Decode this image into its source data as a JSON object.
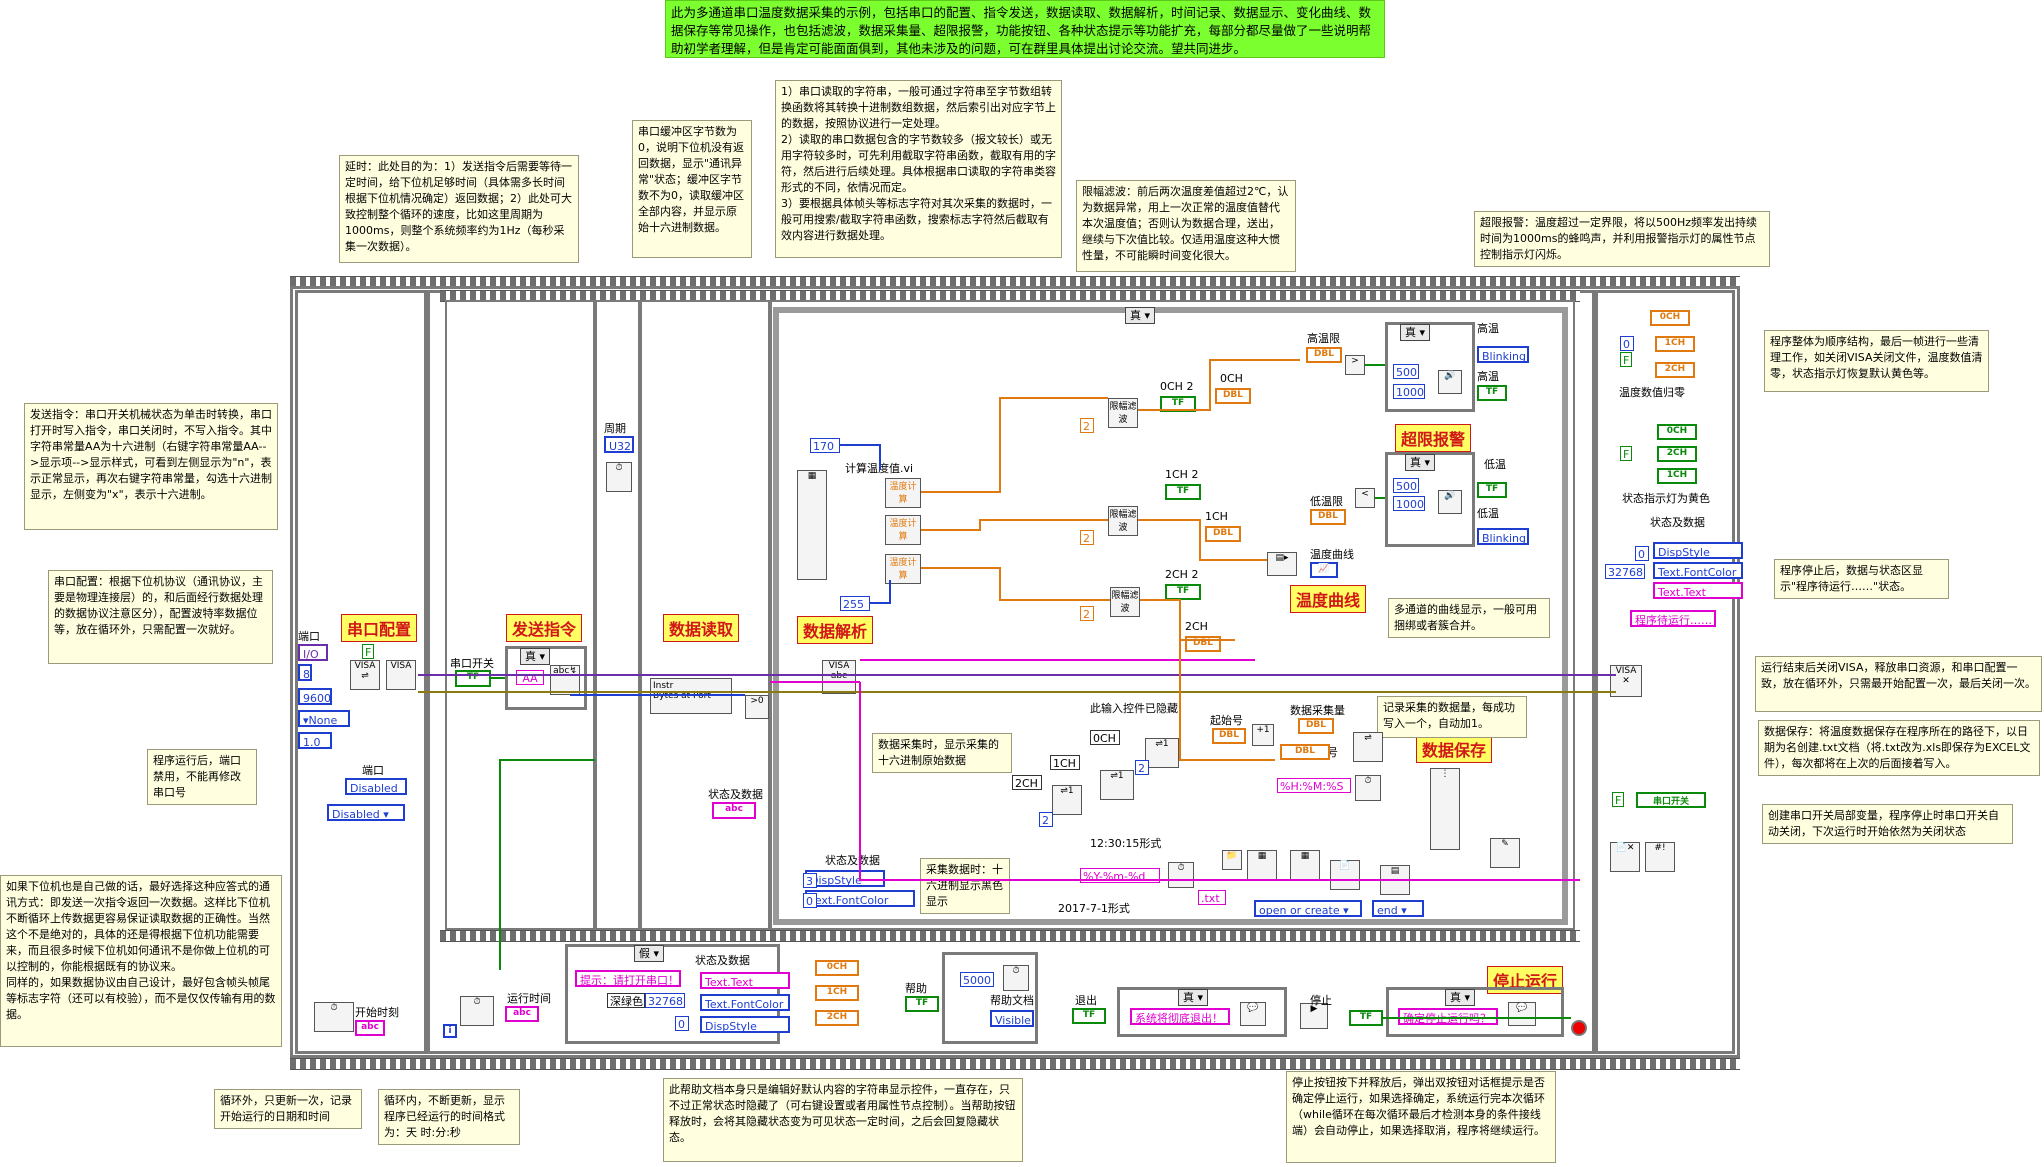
{
  "top_note": "此为多通道串口温度数据采集的示例，包括串口的配置、指令发送，数据读取、数据解析，时间记录、数据显示、变化曲线、数据保存等常见操作，也包括滤波，数据采集量、超限报警，功能按钮、各种状态提示等功能扩充，每部分都尽量做了一些说明帮助初学者理解，但是肯定可能面面俱到，其他未涉及的问题，可在群里具体提出讨论交流。望共同进步。",
  "notes": {
    "parse": "1）串口读取的字符串，一般可通过字符串至字节数组转换函数将其转换十进制数组数据，然后索引出对应字节上的数据，按照协议进行一定处理。\n2）读取的串口数据包含的字节数较多（报文较长）或无用字符较多时，可先利用截取字符串函数，截取有用的字符，然后进行后续处理。具体根据串口读取的字符串类容形式的不同，依情况而定。\n3）要根据具体帧头等标志字符对其次采集的数据时，一般可用搜索/截取字符串函数，搜索标志字符然后截取有效内容进行数据处理。",
    "buffer": "串口缓冲区字节数为0，说明下位机没有返回数据，显示\"通讯异常\"状态；缓冲区字节数不为0，读取缓冲区全部内容，并显示原始十六进制数据。",
    "delay": "延时：此处目的为：1）发送指令后需要等待一定时间，给下位机足够时间（具体需多长时间根据下位机情况确定）返回数据；2）此处可大致控制整个循环的速度，比如这里周期为1000ms，则整个系统频率约为1Hz（每秒采集一次数据）。",
    "filter": "限幅滤波：前后两次温度差值超过2℃，认为数据异常，用上一次正常的温度值替代本次温度值；否则认为数据合理，送出，继续与下次值比较。仅适用温度这种大惯性量，不可能瞬时间变化很大。",
    "alarm": "超限报警：温度超过一定界限，将以500Hz频率发出持续时间为1000ms的蜂鸣声，并利用报警指示灯的属性节点控制指示灯闪烁。",
    "overall": "程序整体为顺序结构，最后一帧进行一些清理工作，如关闭VISA关闭文件，温度数值清零，状态指示灯恢复默认黄色等。",
    "send": "发送指令：串口开关机械状态为单击时转换，串口打开时写入指令，串口关闭时，不写入指令。其中字符串常量AA为十六进制（右键字符串常量AA-->显示项-->显示样式，可看到左侧显示为\"n\"，表示正常显示，再次右键字符串常量，勾选十六进制显示，左侧变为\"x\"，表示十六进制。",
    "config": "串口配置：根据下位机协议（通讯协议，主要是物理连接层）的，和后面经行数据处理的数据协议注意区分），配置波特率数据位等，放在循环外，只需配置一次就好。",
    "running": "程序运行后，端口禁用，不能再修改串口号",
    "protocol": "如果下位机也是自己做的话，最好选择这种应答式的通讯方式：即发送一次指令返回一次数据。这样比下位机不断循环上传数据更容易保证读取数据的正确性。当然这个不是绝对的，具体的还是得根据下位机功能需要来，而且很多时候下位机如何通讯不是你做上位机的可以控制的，你能根据既有的协议来。\n同样的，如果数据协议由自己设计，最好包含帧头帧尾等标志字符（还可以有校验），而不是仅仅传输有用的数据。",
    "stop_state": "程序停止后，数据与状态区显示\"程序待运行……\"状态。",
    "close_visa": "运行结束后关闭VISA，释放串口资源，和串口配置一致，放在循环外，只需最开始配置一次，最后关闭一次。",
    "save": "数据保存：将温度数据保存在程序所在的路径下，以日期为名创建.txt文档（将.txt改为.xls即保存为EXCEL文件），每次都将在上次的后面接着写入。",
    "switch": "创建串口开关局部变量，程序停止时串口开关自动关闭，下次运行时开始依然为关闭状态",
    "loop_out": "循环外，只更新一次，记录开始运行的日期和时间",
    "loop_in": "循环内，不断更新，显示程序已经运行的时间格式为：天 时:分:秒",
    "help": "此帮助文档本身只是编辑好默认内容的字符串显示控件，一直存在，只不过正常状态时隐藏了（可右键设置或者用属性节点控制）。当帮助按钮释放时，会将其隐藏状态变为可见状态一定时间，之后会回复隐藏状态。",
    "stop_btn": "停止按钮按下并释放后，弹出双按钮对话框提示是否确定停止运行，如果选择确定，系统运行完本次循环（while循环在每次循环最后才检测本身的条件接线端）会自动停止，如果选择取消，程序将继续运行。",
    "raw_hex": "数据采集时，显示采集的十六进制原始数据",
    "black_show": "采集数据时：十六进制显示黑色显示",
    "curve_merge": "多通道的曲线显示，一般可用捆绑或者簇合并。",
    "record": "记录采集的数据量，每成功写入一个，自动加1。"
  },
  "red_labels": {
    "config": "串口配置",
    "send": "发送指令",
    "read": "数据读取",
    "parse": "数据解析",
    "alarm": "超限报警",
    "curve": "温度曲线",
    "save": "数据保存",
    "stop": "停止运行"
  },
  "serial": {
    "port_label": "端口",
    "port_value": "I/O",
    "baud": "9600",
    "bits": "8",
    "parity": "None",
    "stop": "1.0",
    "port_label2": "端口",
    "disabled1": "Disabled",
    "disabled2": "Disabled",
    "switch_label": "串口开关",
    "tf": "TF",
    "f": "F",
    "aa": "AA"
  },
  "cases": {
    "true": "真",
    "false": "假"
  },
  "read": {
    "period_label": "周期",
    "u32": "U32",
    "instr": "Instr",
    "bytes": "Bytes at Port",
    "status_label": "状态及数据",
    "abc": "abc"
  },
  "parse": {
    "c170": "170",
    "calc_vi": "计算温度值.vi",
    "c255": "255",
    "node_calc": "温度计算",
    "ch2_2": "0CH 2",
    "ch0": "0CH",
    "ch1_2": "1CH 2",
    "ch1": "1CH",
    "ch2_2b": "2CH 2",
    "ch2": "2CH",
    "two": "2",
    "dbl": "DBL",
    "limit_filter": "限幅滤波",
    "hi_limit": "高温限",
    "lo_limit": "低温限",
    "curve": "温度曲线",
    "hi": "高温",
    "hi2": "高温",
    "lo": "低温",
    "lo2": "低温",
    "blink": "Blinking",
    "c500": "500",
    "c1000": "1000",
    "c500b": "500",
    "c1000b": "1000",
    "hidden": "此输入控件已隐藏",
    "start_no": "起始号",
    "sample_amt": "数据采集量",
    "start_no2": "起始号",
    "ch0b": "0CH",
    "ch1b": "1CH",
    "ch2b": "2CH",
    "fmt_time": "%H:%M:%S",
    "fmt_date": "%Y-%m-%d",
    "time_form": "12:30:15形式",
    "date_form": "2017-7-1形式",
    "txt": ".txt",
    "open_create": "open or create",
    "end": "end",
    "disp_label": "状态及数据",
    "c3": "3",
    "c0": "0",
    "dispstyle": "DispStyle",
    "fontcolor": "Text.FontColor"
  },
  "right": {
    "ch0": "0CH",
    "ch1": "1CH",
    "ch2": "2CH",
    "zero": "0",
    "temp_reset": "温度数值归零",
    "f": "F",
    "state_yellow": "状态指示灯为黄色",
    "status_label": "状态及数据",
    "c0": "0",
    "c32768": "32768",
    "dispstyle": "DispStyle",
    "fontcolor": "Text.FontColor",
    "text": "Text.Text",
    "waiting": "程序待运行……",
    "switch": "串口开关"
  },
  "bottom": {
    "start_time": "开始时刻",
    "run_time": "运行时间",
    "false_case": "假",
    "status": "状态及数据",
    "prompt": "提示：请打开串口！",
    "deep": "深绿色",
    "c32768": "32768",
    "c0": "0",
    "text_text": "Text.Text",
    "fontcolor": "Text.FontColor",
    "dispstyle": "DispStyle",
    "ch0": "0CH",
    "ch1": "1CH",
    "ch2": "2CH",
    "help": "帮助",
    "c5000": "5000",
    "help_doc": "帮助文档",
    "visible": "Visible",
    "exit": "退出",
    "exit_msg": "系统将彻底退出！",
    "stop": "停止",
    "stop_msg": "确定停止运行吗？",
    "true": "真"
  }
}
